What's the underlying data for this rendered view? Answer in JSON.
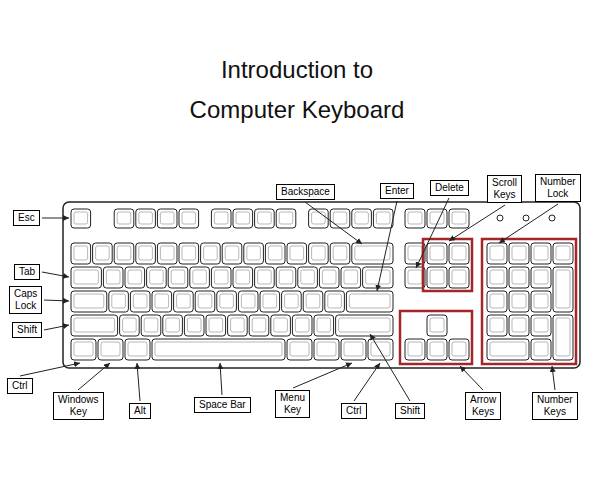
{
  "diagram": {
    "title": "Introduction to Computer Keyboard",
    "nodes": [
      {
        "text": [
          "Backspace"
        ]
      },
      {
        "text": [
          "Enter"
        ]
      },
      {
        "text": [
          "Delete"
        ]
      },
      {
        "text": [
          "Scroll Keys"
        ]
      },
      {
        "text": [
          "Number Lock"
        ]
      },
      {
        "text": [
          "Esc"
        ]
      },
      {
        "text": [
          "Tab"
        ]
      },
      {
        "text": [
          "Caps Lock"
        ]
      },
      {
        "text": [
          "Shift"
        ]
      },
      {
        "text": [
          "Ctrl"
        ]
      },
      {
        "text": [
          "Windows Key"
        ]
      },
      {
        "text": [
          "Alt"
        ]
      },
      {
        "text": [
          "Space Bar"
        ]
      },
      {
        "text": [
          "Menu Key"
        ]
      },
      {
        "text": [
          "Ctrl"
        ]
      },
      {
        "text": [
          "Shift"
        ]
      },
      {
        "text": [
          "Arrow Keys"
        ]
      },
      {
        "text": [
          "Number Keys"
        ]
      }
    ]
  }
}
